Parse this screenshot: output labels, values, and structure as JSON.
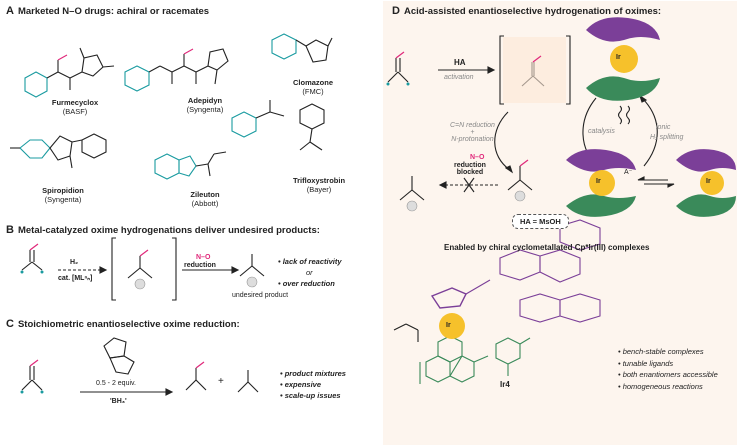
{
  "panelA": {
    "letter": "A",
    "title": "Marketed N–O drugs: achiral or racemates",
    "drugs": [
      {
        "name": "Furmecyclox",
        "company": "(BASF)"
      },
      {
        "name": "Adepidyn",
        "company": "(Syngenta)"
      },
      {
        "name": "Clomazone",
        "company": "(FMC)"
      },
      {
        "name": "Spiropidion",
        "company": "(Syngenta)"
      },
      {
        "name": "Trifloxystrobin",
        "company": "(Bayer)"
      },
      {
        "name": "Zileuton",
        "company": "(Abbott)"
      }
    ]
  },
  "panelB": {
    "letter": "B",
    "title": "Metal-catalyzed oxime hydrogenations deliver undesired products:",
    "reagent1": "H₂",
    "reagent2": "cat. [MLⁿₙ]",
    "no_label": "N–O",
    "reduction": "reduction",
    "bullets": [
      "lack of reactivity",
      "or",
      "over reduction"
    ],
    "product_note": "undesired product"
  },
  "panelC": {
    "letter": "C",
    "title": "Stoichiometric enantioselective oxime reduction:",
    "equiv": "0.5 - 2 equiv.",
    "reagent": "'BH₃'",
    "bullets": [
      "product mixtures",
      "expensive",
      "scale-up issues"
    ]
  },
  "panelD": {
    "letter": "D",
    "title": "Acid-assisted enantioselective hydrogenation of oximes:",
    "ha": "HA",
    "activation": "activation",
    "cn_reduction": "C=N reduction",
    "plus": "+",
    "n_protonation": "N-protonation",
    "catalysis": "catalysis",
    "ionic": "ionic",
    "h2_split": "H₂ splitting",
    "no": "N–O",
    "reduction_blocked": [
      "reduction",
      "blocked"
    ],
    "ha_eq": "HA = MsOH",
    "enabled": "Enabled by chiral cyclometallated Cp*Ir(III) complexes",
    "bullets": [
      "bench-stable complexes",
      "tunable ligands",
      "both enantiomers accessible",
      "homogeneous reactions"
    ],
    "catalyst": "Ir4",
    "ir": "Ir",
    "a_minus": "A⁻"
  },
  "colors": {
    "pink": "#e0287a",
    "teal": "#1a9ba0",
    "purple": "#7b3f98",
    "green": "#3a8a5a",
    "yellow": "#f6c12b",
    "peach": "#fde7d6"
  }
}
